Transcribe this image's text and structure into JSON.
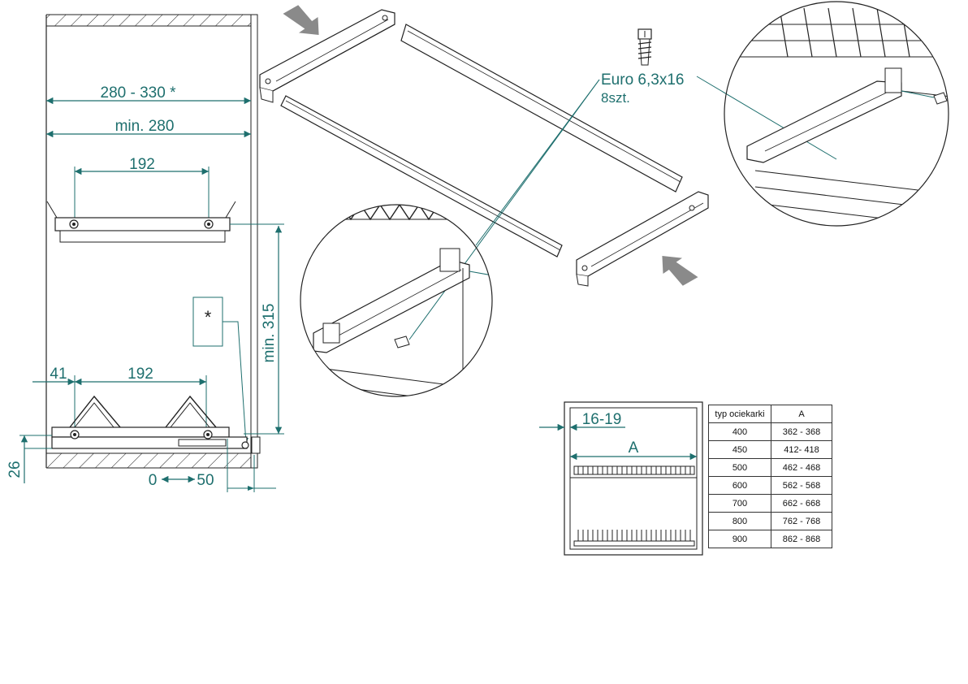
{
  "left_drawing": {
    "dim_total": "280 - 330 *",
    "dim_min": "min. 280",
    "dim_top_spacing": "192",
    "dim_vertical": "min. 315",
    "star_box": "*",
    "dim_offset": "41",
    "dim_bottom_spacing": "192",
    "dim_height": "26",
    "dim_range_from": "0",
    "dim_range_to": "50"
  },
  "screw": {
    "label": "Euro 6,3x16",
    "quantity": "8szt."
  },
  "small_diagram": {
    "dim_thickness": "16-19",
    "dim_a": "A"
  },
  "spec_table": {
    "headers": [
      "typ ociekarki",
      "A"
    ],
    "rows": [
      [
        "400",
        "362 - 368"
      ],
      [
        "450",
        "412- 418"
      ],
      [
        "500",
        "462 - 468"
      ],
      [
        "600",
        "562 - 568"
      ],
      [
        "700",
        "662 - 668"
      ],
      [
        "800",
        "762 - 768"
      ],
      [
        "900",
        "862 - 868"
      ]
    ]
  },
  "colors": {
    "dimension_teal": "#1e6f6e",
    "line_black": "#222222",
    "arrow_gray": "#8a8a8a"
  }
}
